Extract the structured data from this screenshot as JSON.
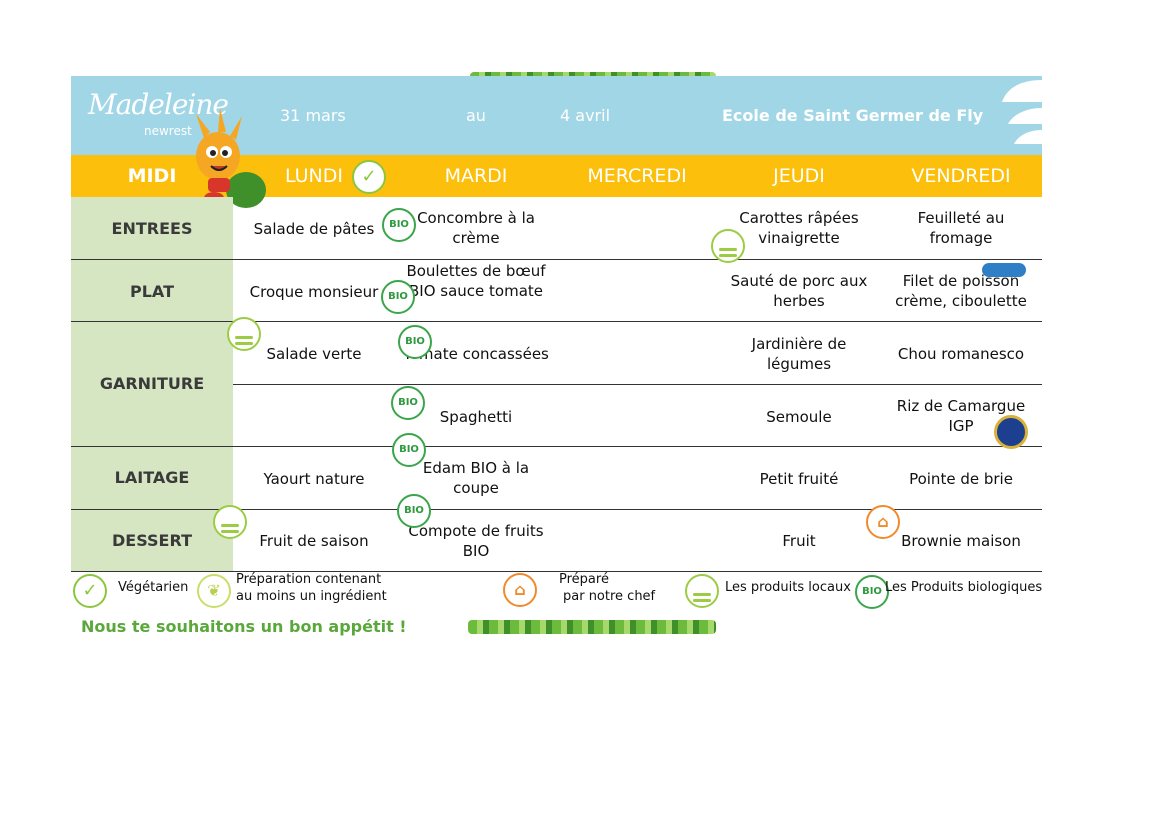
{
  "header": {
    "brand": "Madeleine",
    "brand_sub": "newrest",
    "date_from": "31 mars",
    "date_sep": "au",
    "date_to": "4 avril",
    "school": "Ecole de Saint Germer de Fly"
  },
  "days": {
    "midi": "MIDI",
    "list": [
      "LUNDI",
      "MARDI",
      "MERCREDI",
      "JEUDI",
      "VENDREDI"
    ]
  },
  "rows": {
    "entrees": {
      "label": "ENTREES",
      "lundi": "Salade de pâtes",
      "mardi": "Concombre à la crème",
      "mercredi": "",
      "jeudi": "Carottes râpées vinaigrette",
      "vendredi": "Feuilleté au fromage"
    },
    "plat": {
      "label": "PLAT",
      "lundi": "Croque monsieur",
      "mardi": "Boulettes de bœuf BIO sauce tomate",
      "mercredi": "",
      "jeudi": "Sauté de porc aux herbes",
      "vendredi": "Filet de poisson crème, ciboulette"
    },
    "garniture": {
      "label": "GARNITURE",
      "row1": {
        "lundi": "Salade verte",
        "mardi": "Tomate concassées",
        "mercredi": "",
        "jeudi": "Jardinière de légumes",
        "vendredi": "Chou romanesco"
      },
      "row2": {
        "lundi": "",
        "mardi": "Spaghetti",
        "mercredi": "",
        "jeudi": "Semoule",
        "vendredi": "Riz de Camargue IGP"
      }
    },
    "laitage": {
      "label": "LAITAGE",
      "lundi": "Yaourt nature",
      "mardi": "Edam BIO à la coupe",
      "mercredi": "",
      "jeudi": "Petit fruité",
      "vendredi": "Pointe de brie"
    },
    "dessert": {
      "label": "DESSERT",
      "lundi": "Fruit de saison",
      "mardi": "Compote de fruits BIO",
      "mercredi": "",
      "jeudi": "Fruit",
      "vendredi": "Brownie maison"
    }
  },
  "badges": {
    "bio": "BIO",
    "chef_icon": "house-icon",
    "local_icon": "field-icon",
    "veg_icon": "v-check-icon",
    "leaf_icon": "leaf-icon"
  },
  "legend": {
    "veg": "Végétarien",
    "partial_line1": "Préparation contenant",
    "partial_line2": "au moins un ingrédient",
    "chef_line1": "Préparé",
    "chef_line2": "par notre chef",
    "local": "Les produits locaux",
    "bio": "Les Produits biologiques"
  },
  "footer": {
    "greeting": "Nous te souhaitons un bon appétit !"
  },
  "colors": {
    "header_blue": "#a1d6e6",
    "day_yellow": "#fbbf0c",
    "label_green": "#d6e6c2",
    "bio_green": "#3aa54a",
    "chef_orange": "#f08a2c",
    "greeting_green": "#5aa83c"
  }
}
